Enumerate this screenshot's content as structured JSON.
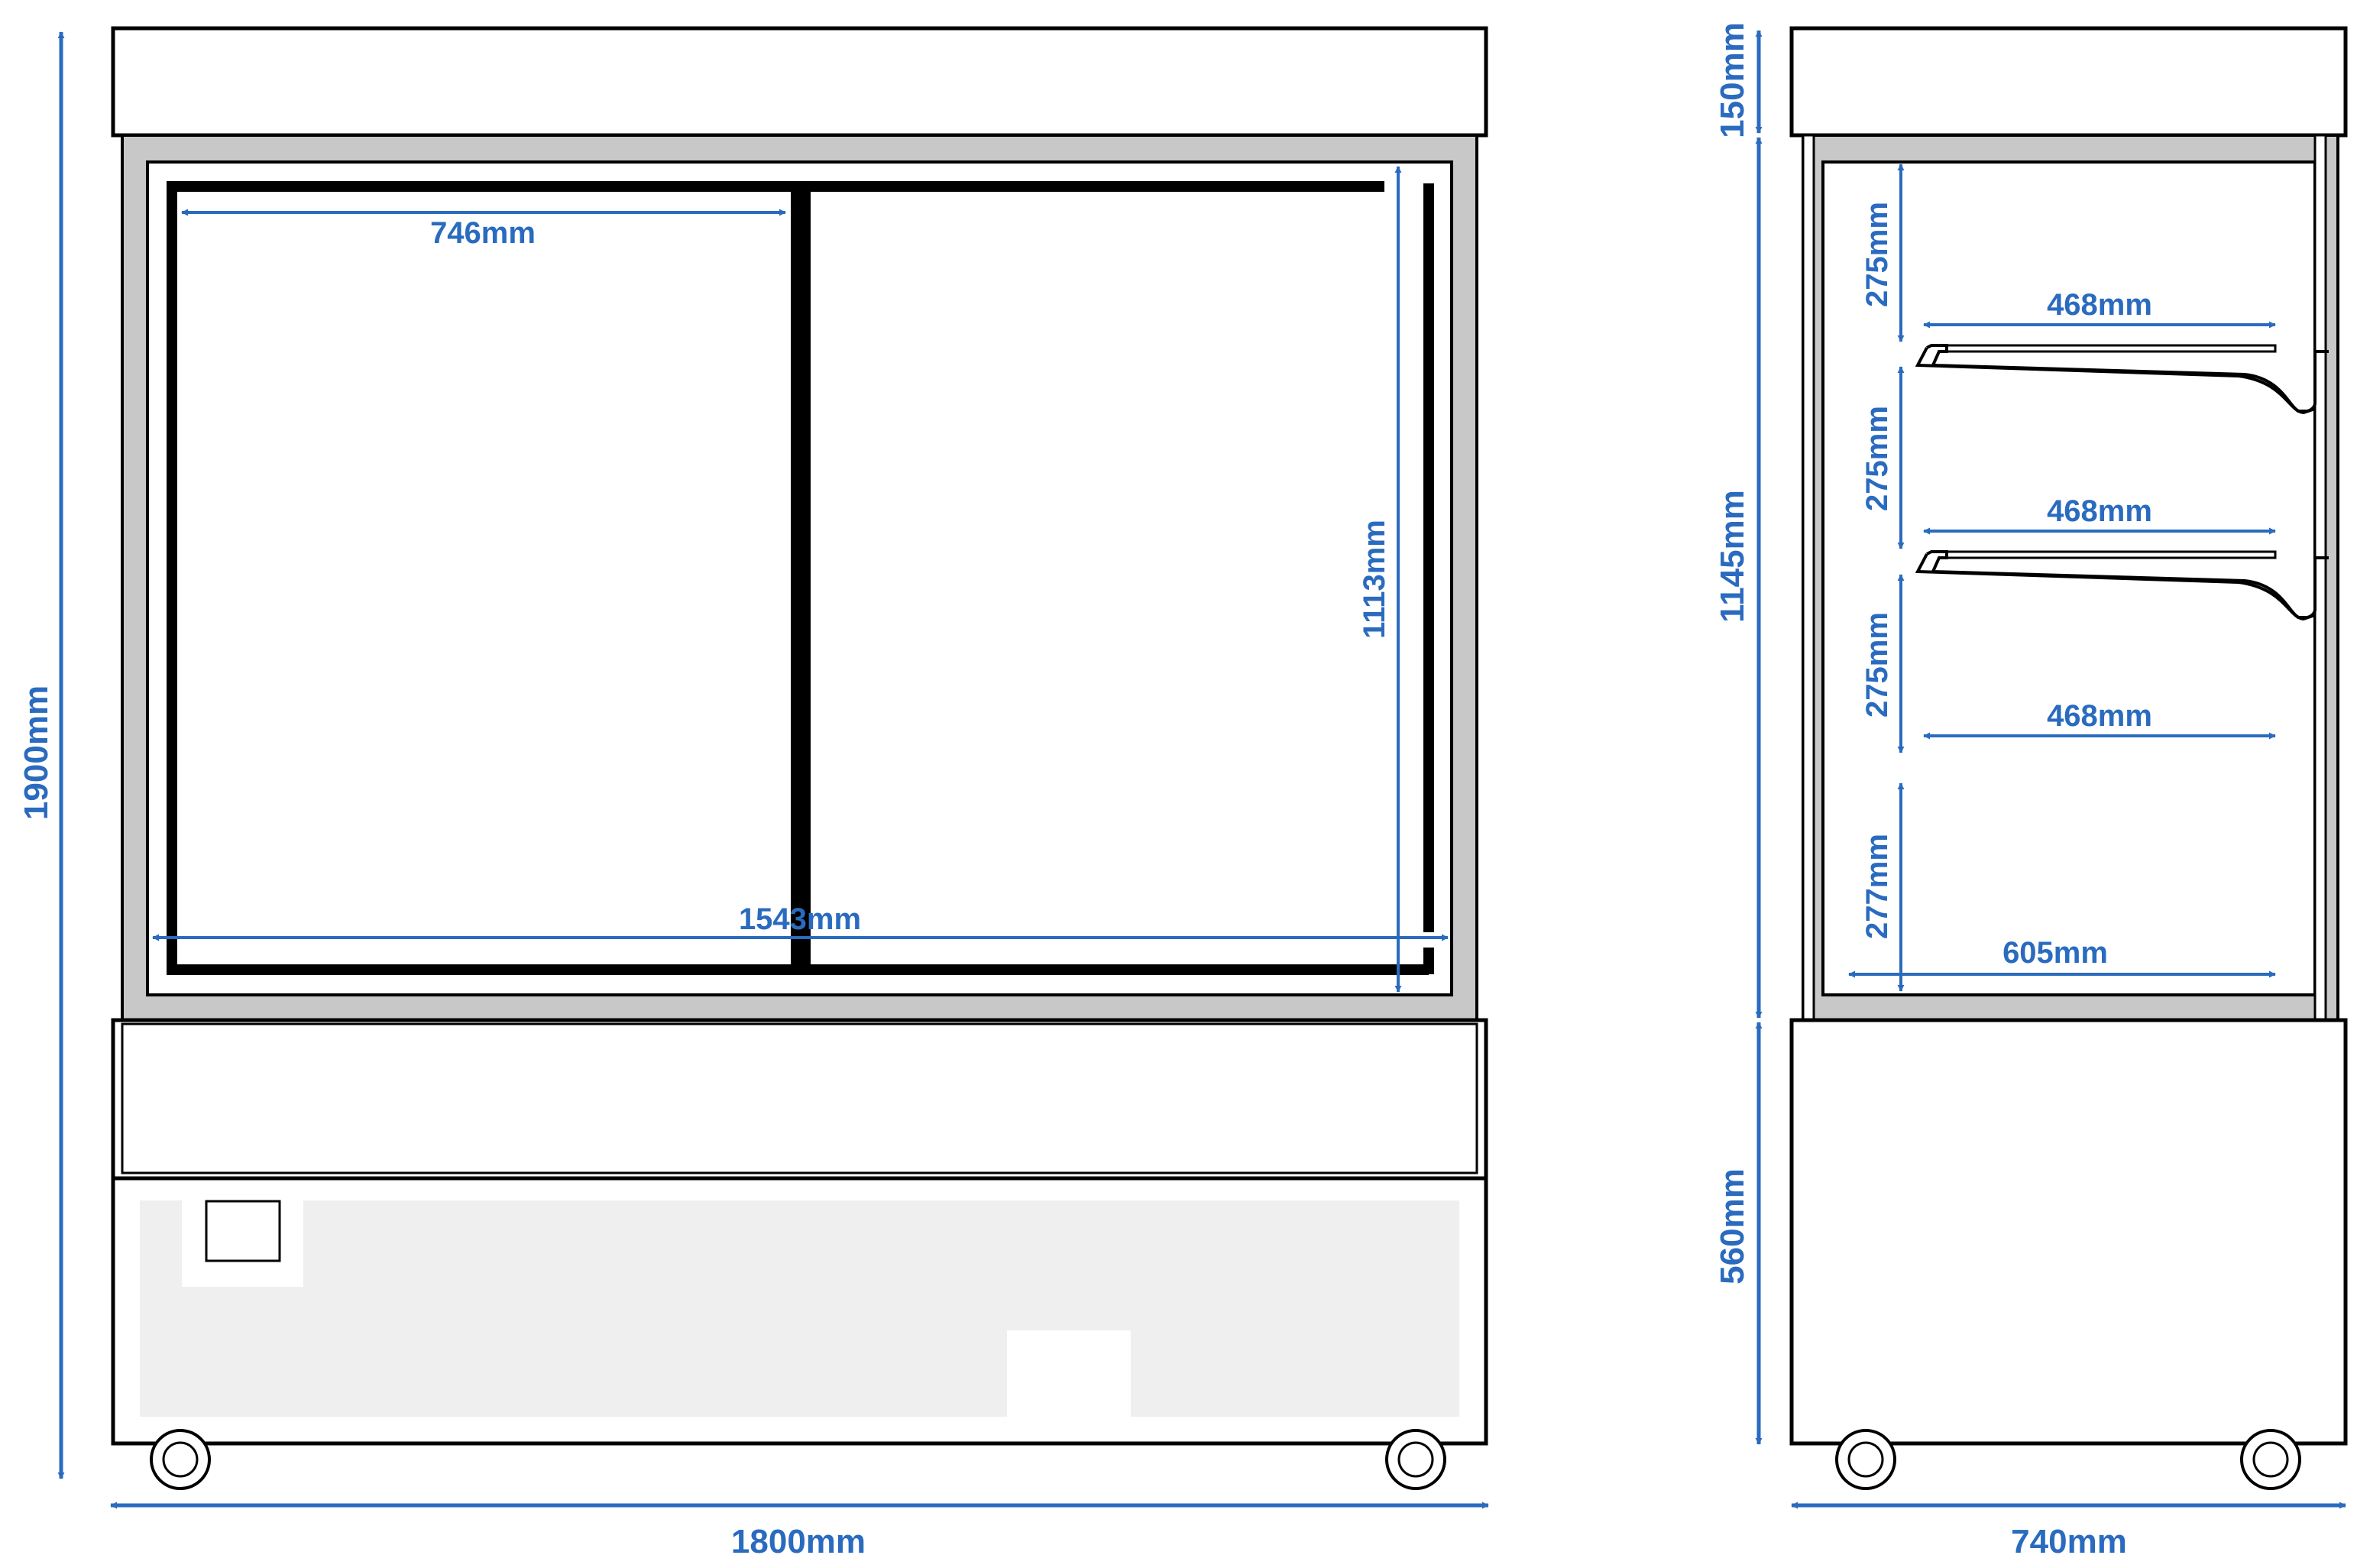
{
  "colors": {
    "dimension": "#2a6bbf",
    "outline": "#000000",
    "frame_fill": "#c8c8c8",
    "panel_fill": "#efefef",
    "background": "#ffffff"
  },
  "front_view": {
    "total_height": "1900mm",
    "total_width": "1800mm",
    "door_width": "746mm",
    "opening_width": "1543mm",
    "opening_height": "1113mm"
  },
  "side_view": {
    "canopy_height": "150mm",
    "display_height": "1145mm",
    "base_height": "560mm",
    "total_depth": "740mm",
    "shelf_spacings": [
      "275mm",
      "275mm",
      "275mm",
      "277mm"
    ],
    "shelf_depths": [
      "468mm",
      "468mm",
      "468mm",
      "605mm"
    ]
  }
}
